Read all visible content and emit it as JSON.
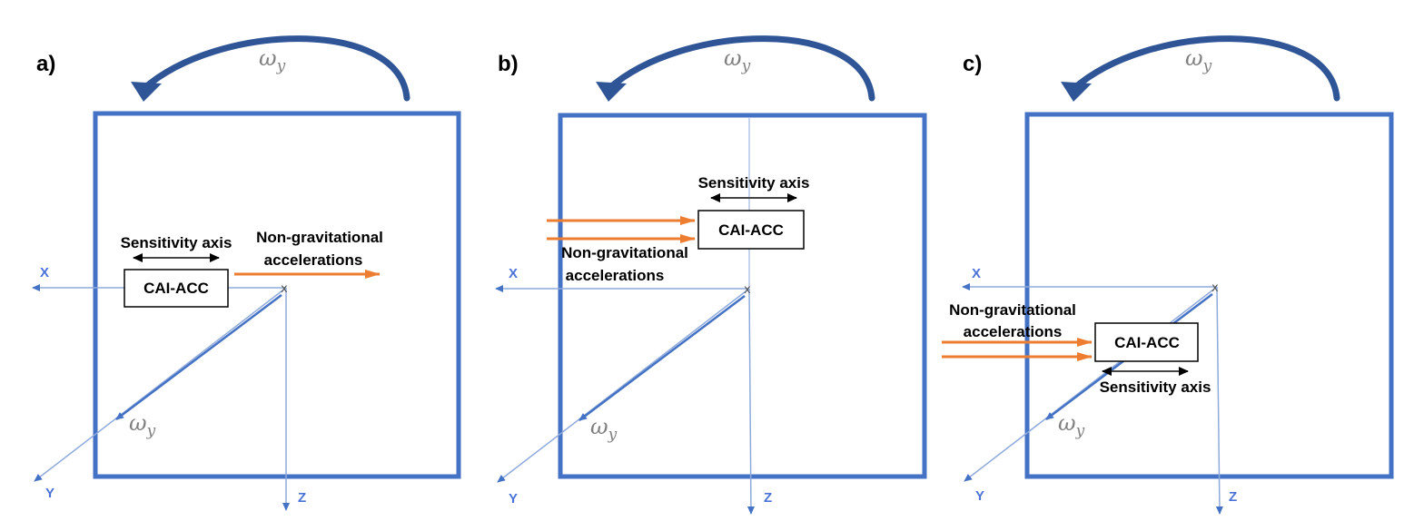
{
  "figure": {
    "panels": [
      {
        "id": "a",
        "letter": "a)",
        "omega_symbol": "ω",
        "omega_subscript": "y",
        "device_label": "CAI-ACC",
        "sensitivity_label": "Sensitivity axis",
        "nongrav_line1": "Non-gravitational",
        "nongrav_line2": "accelerations",
        "axis_x": "X",
        "axis_y": "Y",
        "axis_z": "Z",
        "origin_mark": "x"
      },
      {
        "id": "b",
        "letter": "b)",
        "omega_symbol": "ω",
        "omega_subscript": "y",
        "device_label": "CAI-ACC",
        "sensitivity_label": "Sensitivity axis",
        "nongrav_line1": "Non-gravitational",
        "nongrav_line2": "accelerations",
        "axis_x": "X",
        "axis_y": "Y",
        "axis_z": "Z",
        "origin_mark": "x"
      },
      {
        "id": "c",
        "letter": "c)",
        "omega_symbol": "ω",
        "omega_subscript": "y",
        "device_label": "CAI-ACC",
        "sensitivity_label": "Sensitivity axis",
        "nongrav_line1": "Non-gravitational",
        "nongrav_line2": "accelerations",
        "axis_x": "X",
        "axis_y": "Y",
        "axis_z": "Z",
        "origin_mark": "x"
      }
    ],
    "colors": {
      "frame_blue": "#4472c4",
      "axis_blue": "#8eaadb",
      "arrow_orange": "#ed7d31",
      "label_blue": "#4a72d8",
      "omega_grey": "#7f7f7f"
    }
  }
}
